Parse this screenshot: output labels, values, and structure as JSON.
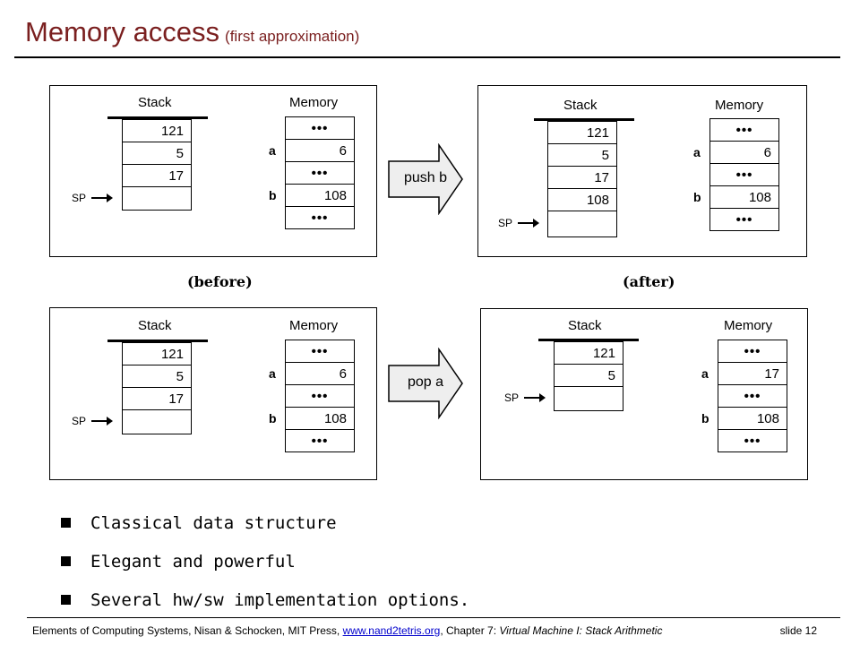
{
  "title": {
    "main": "Memory access",
    "sub": "(first approximation)"
  },
  "labels": {
    "stack": "Stack",
    "memory": "Memory",
    "sp": "SP",
    "a": "a",
    "b": "b",
    "dots": "•••"
  },
  "panels": {
    "push_before": {
      "stack": [
        "121",
        "5",
        "17",
        ""
      ],
      "memory": [
        "",
        "6",
        "",
        "108",
        ""
      ]
    },
    "push_after": {
      "stack": [
        "121",
        "5",
        "17",
        "108",
        ""
      ],
      "memory": [
        "",
        "6",
        "",
        "108",
        ""
      ]
    },
    "pop_before": {
      "stack": [
        "121",
        "5",
        "17",
        ""
      ],
      "memory": [
        "",
        "6",
        "",
        "108",
        ""
      ]
    },
    "pop_after": {
      "stack": [
        "121",
        "5",
        ""
      ],
      "memory": [
        "",
        "17",
        "",
        "108",
        ""
      ]
    }
  },
  "commands": {
    "push": "push b",
    "pop": "pop a"
  },
  "captions": {
    "before": "(before)",
    "after": "(after)"
  },
  "bullets": [
    "Classical data structure",
    "Elegant and powerful",
    "Several hw/sw implementation options."
  ],
  "footer": {
    "text1": "Elements of Computing Systems, Nisan & Schocken, MIT Press,",
    "link": "www.nand2tetris.org",
    "text2": ", Chapter 7:",
    "chapter": "Virtual Machine I: Stack Arithmetic",
    "slide": "slide 12"
  }
}
